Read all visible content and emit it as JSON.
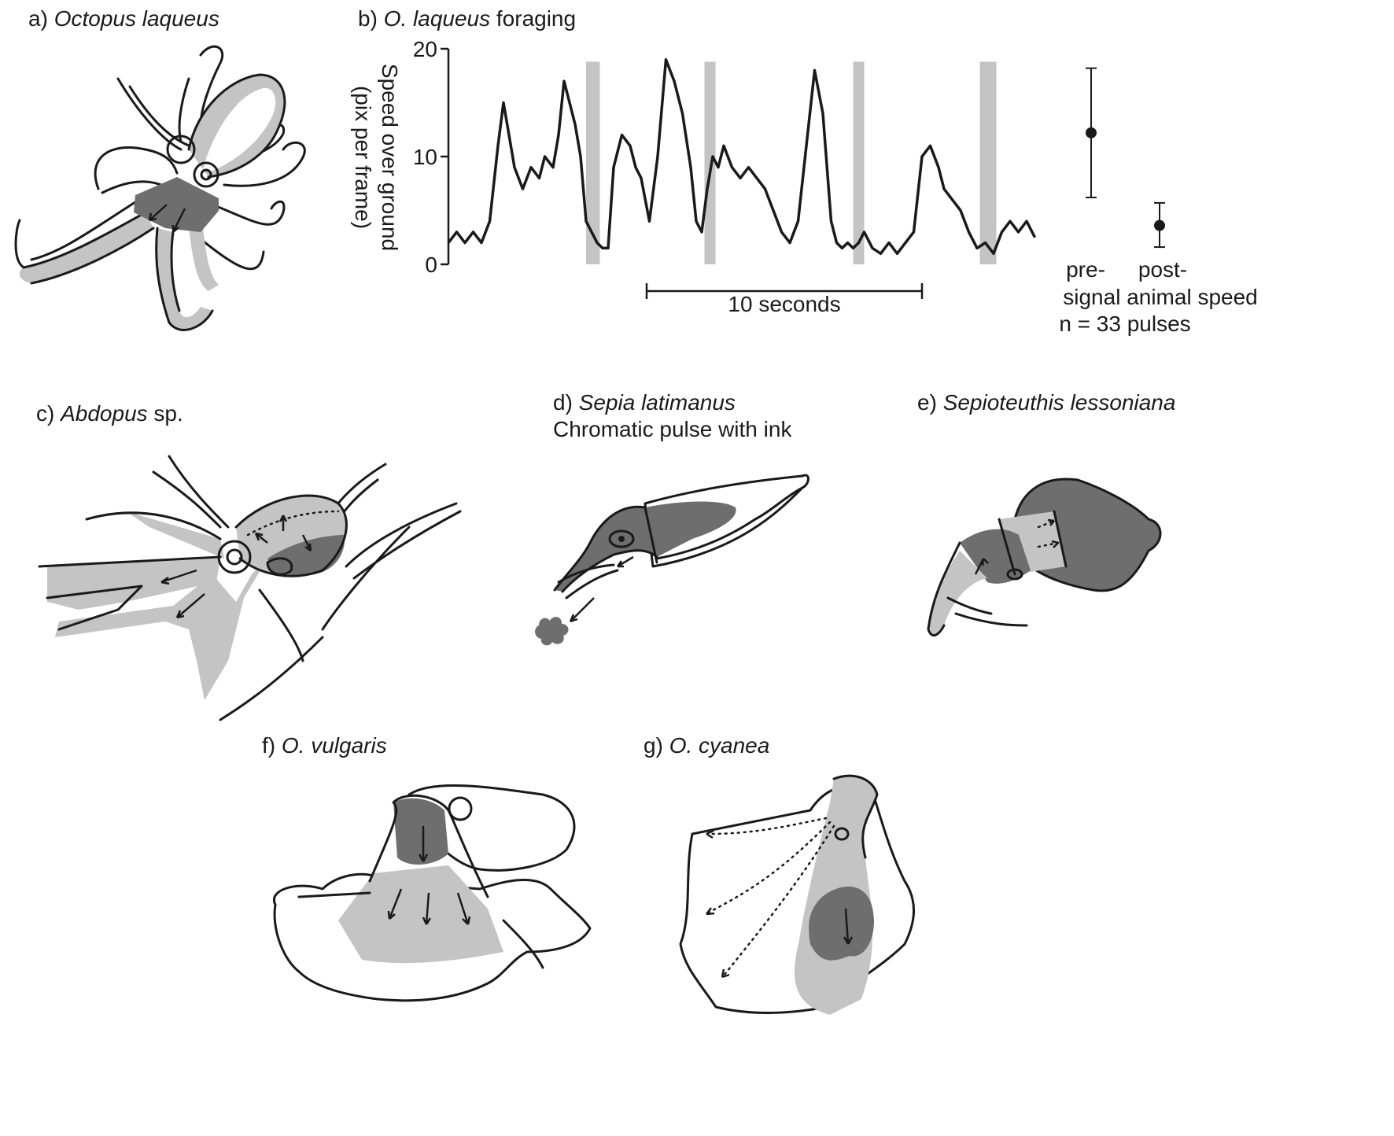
{
  "panels": {
    "a": {
      "prefix": "a) ",
      "species": "Octopus laqueus",
      "suffix": ""
    },
    "b": {
      "prefix": "b) ",
      "species": "O. laqueus",
      "suffix": " foraging"
    },
    "c": {
      "prefix": "c) ",
      "species": "Abdopus",
      "suffix": " sp."
    },
    "d": {
      "prefix": "d) ",
      "species": "Sepia latimanus",
      "suffix": "",
      "line2": "Chromatic pulse with ink"
    },
    "e": {
      "prefix": "e) ",
      "species": "Sepioteuthis lessoniana",
      "suffix": ""
    },
    "f": {
      "prefix": "f) ",
      "species": "O. vulgaris",
      "suffix": ""
    },
    "g": {
      "prefix": "g) ",
      "species": "O. cyanea",
      "suffix": ""
    }
  },
  "chart_data": [
    {
      "type": "line",
      "title": "O. laqueus foraging",
      "ylabel_line1": "Speed over ground",
      "ylabel_line2": "(pix per frame)",
      "ylim": [
        0,
        20
      ],
      "yticks": [
        0,
        10,
        20
      ],
      "xlim": [
        0,
        30
      ],
      "scale_bar": {
        "length_s": 10,
        "start_s": 7.2,
        "label": "10 seconds"
      },
      "signal_bands_s": [
        [
          5.0,
          5.5
        ],
        [
          9.3,
          9.7
        ],
        [
          14.7,
          15.1
        ],
        [
          19.3,
          19.9
        ]
      ],
      "series": [
        {
          "x": [
            0.0,
            0.3,
            0.6,
            0.9,
            1.2,
            1.5,
            1.8,
            2.0,
            2.2,
            2.4,
            2.7,
            3.0,
            3.3,
            3.5,
            3.8,
            4.0,
            4.2,
            4.4,
            4.6,
            4.8,
            5.0,
            5.2,
            5.4,
            5.6,
            5.8,
            6.0,
            6.3,
            6.6,
            6.8,
            7.0,
            7.3,
            7.6,
            7.9,
            8.2,
            8.5,
            8.8,
            9.0,
            9.2,
            9.4,
            9.6,
            9.8,
            10.0,
            10.3,
            10.6,
            10.9,
            11.2,
            11.5,
            11.8,
            12.1,
            12.4,
            12.7,
            13.0,
            13.3,
            13.6,
            13.9,
            14.1,
            14.3,
            14.5,
            14.7,
            14.9,
            15.1,
            15.4,
            15.7,
            16.0,
            16.3,
            16.6,
            16.9,
            17.2,
            17.5,
            17.8,
            18.0,
            18.3,
            18.6,
            18.9,
            19.2,
            19.5,
            19.8,
            20.1,
            20.4,
            20.7,
            21.0,
            21.3
          ],
          "values": [
            2,
            3,
            2,
            3,
            2,
            4,
            11,
            15,
            12,
            9,
            7,
            9,
            8,
            10,
            9,
            12,
            17,
            15,
            13,
            10,
            4,
            3,
            2,
            1.5,
            1.5,
            9,
            12,
            11,
            9,
            8,
            4,
            10,
            19,
            17,
            14,
            9,
            4,
            3,
            7,
            10,
            9,
            11,
            9,
            8,
            9,
            8,
            7,
            5,
            3,
            2,
            4,
            11,
            18,
            14,
            4,
            2,
            1.5,
            2,
            1.5,
            2,
            3,
            1.5,
            1,
            2,
            1,
            2,
            3,
            10,
            11,
            9,
            7,
            6,
            5,
            3,
            1.5,
            2,
            1,
            3,
            4,
            3,
            4,
            2.5
          ]
        }
      ]
    },
    {
      "type": "scatter",
      "categories_line1": [
        "pre-",
        "post-"
      ],
      "caption_line1": "signal animal speed",
      "caption_line2": "n = 33 pulses",
      "ylim": [
        0,
        20
      ],
      "points": [
        {
          "category": "pre-",
          "mean": 12.2,
          "lower": 6.2,
          "upper": 18.2
        },
        {
          "category": "post-",
          "mean": 3.6,
          "lower": 1.6,
          "upper": 5.7
        }
      ]
    }
  ]
}
